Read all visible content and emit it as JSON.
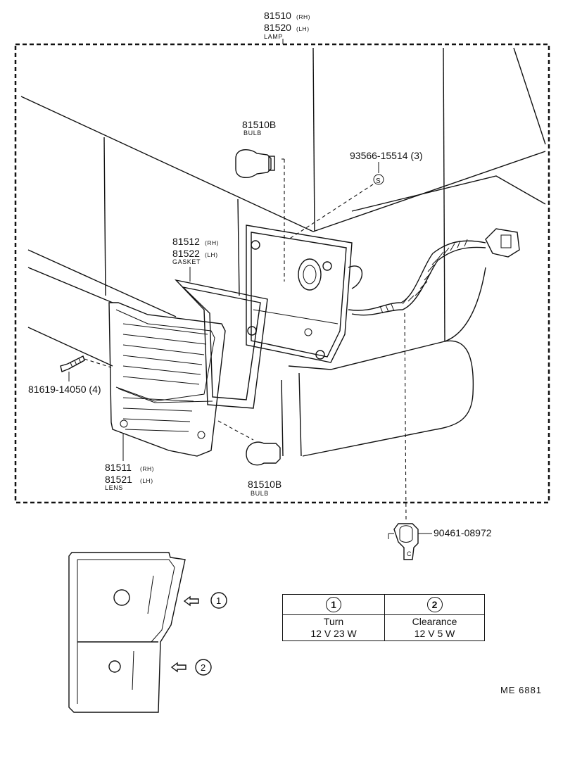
{
  "lamp": {
    "pn_rh": "81510",
    "rh": "(RH)",
    "pn_lh": "81520",
    "lh": "(LH)",
    "name": "LAMP"
  },
  "bulb_top": {
    "pn": "81510B",
    "name": "BULB"
  },
  "bulb_bottom": {
    "pn": "81510B",
    "name": "BULB"
  },
  "screw_top": {
    "pn": "93566-15514 (3)",
    "symbol": "S"
  },
  "gasket": {
    "pn_rh": "81512",
    "rh": "(RH)",
    "pn_lh": "81522",
    "lh": "(LH)",
    "name": "GASKET"
  },
  "screw_left": {
    "pn": "81619-14050 (4)"
  },
  "lens": {
    "pn_rh": "81511",
    "rh": "(RH)",
    "pn_lh": "81521",
    "lh": "(LH)",
    "name": "LENS"
  },
  "clamp": {
    "pn": "90461-08972",
    "letter": "C"
  },
  "callouts": {
    "one": "1",
    "two": "2"
  },
  "spec_table": {
    "col1_num": "1",
    "col2_num": "2",
    "col1_name": "Turn",
    "col1_rating": "12 V 23 W",
    "col2_name": "Clearance",
    "col2_rating": "12 V 5 W"
  },
  "code": "ME  6881"
}
